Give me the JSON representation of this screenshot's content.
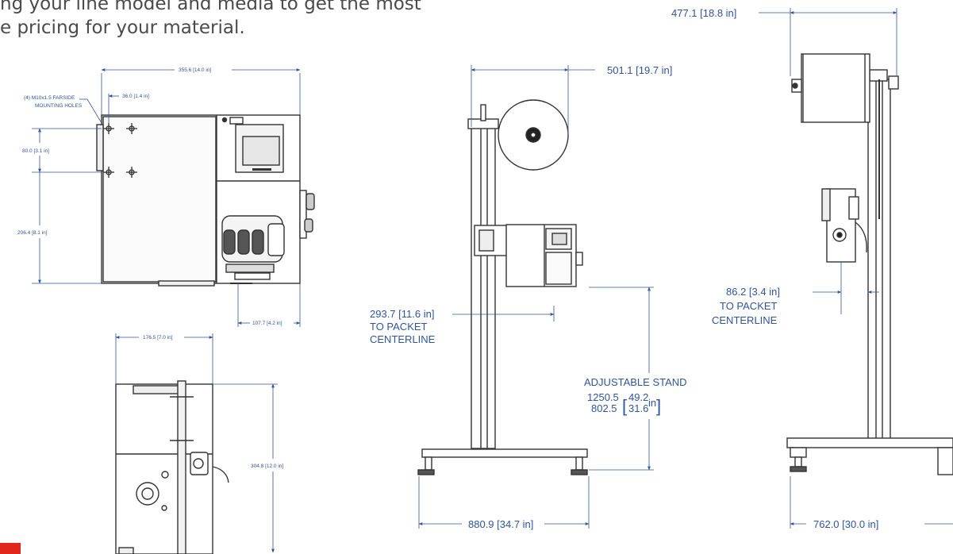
{
  "intro": {
    "line1": "ng your line model and media to get the most",
    "line2": "e pricing for your material."
  },
  "colors": {
    "dimension_blue": "#2e54a6",
    "machine_outline": "#333333",
    "accent_red": "#e1261c",
    "intro_text": "#4a4a4a"
  },
  "front_view": {
    "overall_width": "355.6 [14.0 in]",
    "hole_offset": "36.0 [1.4 in]",
    "hole_note_line1": "(4) M10x1.5 FARSIDE",
    "hole_note_line2": "MOUNTING HOLES",
    "hole_spacing": "80.0 [3.1 in]",
    "height": "206.4 [8.1 in]",
    "right_offset": "107.7 [4.2 in]"
  },
  "side_view": {
    "depth": "176.5 [7.0 in]",
    "height": "304.8 [12.0 in]"
  },
  "stand_side": {
    "width_top": "501.1 [19.7 in]",
    "centerline_value": "293.7 [11.6 in]",
    "centerline_line1": "TO PACKET",
    "centerline_line2": "CENTERLINE",
    "adjustable_label": "ADJUSTABLE STAND",
    "adj_value1": "1250.5",
    "adj_value2": "802.5",
    "adj_in1": "49.2",
    "adj_in2": "31.6",
    "adj_unit": "in",
    "base_width": "880.9 [34.7 in]"
  },
  "stand_front": {
    "width_top": "477.1 [18.8 in]",
    "centerline_value": "86.2 [3.4 in]",
    "centerline_line1": "TO PACKET",
    "centerline_line2": "CENTERLINE",
    "base_width": "762.0 [30.0 in]"
  }
}
